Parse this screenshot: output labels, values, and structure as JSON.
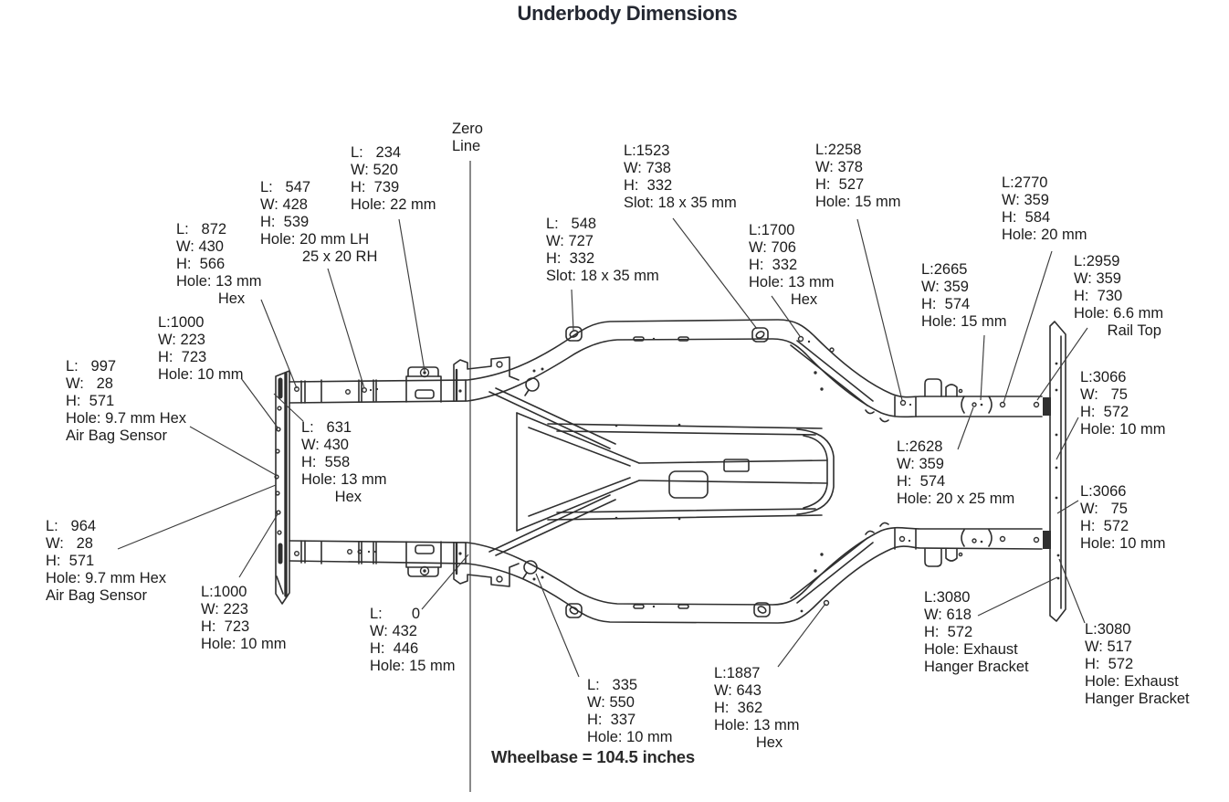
{
  "title": "Underbody Dimensions",
  "zero_line_label": "Zero\nLine",
  "wheelbase_label": "Wheelbase = 104.5 inches",
  "colors": {
    "ink": "#2f2f2f",
    "text": "#1c1c1c",
    "title": "#242832"
  },
  "callouts": {
    "c234": "L:   234\nW: 520\nH:  739\nHole: 22 mm",
    "c547": "L:   547\nW: 428\nH:  539\nHole: 20 mm LH\n          25 x 20 RH",
    "c872": "L:   872\nW: 430\nH:  566\nHole: 13 mm\n          Hex",
    "c1000t": "L:1000\nW: 223\nH:  723\nHole: 10 mm",
    "c997": "L:   997\nW:   28\nH:  571\nHole: 9.7 mm Hex\nAir Bag Sensor",
    "c964": "L:   964\nW:   28\nH:  571\nHole: 9.7 mm Hex\nAir Bag Sensor",
    "c1000b": "L:1000\nW: 223\nH:  723\nHole: 10 mm",
    "c631": "L:   631\nW: 430\nH:  558\nHole: 13 mm\n        Hex",
    "c0": "L:       0\nW: 432\nH:  446\nHole: 15 mm",
    "c335": "L:   335\nW: 550\nH:  337\nHole: 10 mm",
    "c548": "L:   548\nW: 727\nH:  332\nSlot: 18 x 35 mm",
    "c1523": "L:1523\nW: 738\nH:  332\nSlot: 18 x 35 mm",
    "c1700": "L:1700\nW: 706\nH:  332\nHole: 13 mm\n          Hex",
    "c2258": "L:2258\nW: 378\nH:  527\nHole: 15 mm",
    "c2665": "L:2665\nW: 359\nH:  574\nHole: 15 mm",
    "c2770": "L:2770\nW: 359\nH:  584\nHole: 20 mm",
    "c2959": "L:2959\nW: 359\nH:  730\nHole: 6.6 mm\n        Rail Top",
    "c3066t": "L:3066\nW:   75\nH:  572\nHole: 10 mm",
    "c3066b": "L:3066\nW:   75\nH:  572\nHole: 10 mm",
    "c2628": "L:2628\nW: 359\nH:  574\nHole: 20 x 25 mm",
    "c3080l": "L:3080\nW: 618\nH:  572\nHole: Exhaust\nHanger Bracket",
    "c3080r": "L:3080\nW: 517\nH:  572\nHole: Exhaust\nHanger Bracket",
    "c1887": "L:1887\nW: 643\nH:  362\nHole: 13 mm\n          Hex"
  }
}
